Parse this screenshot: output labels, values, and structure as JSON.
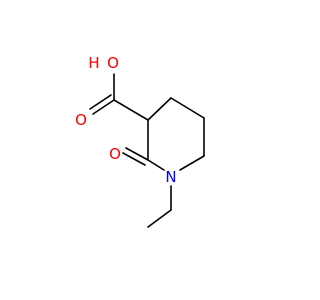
{
  "molecule": {
    "colors": {
      "carbon_bond": "#000000",
      "oxygen": "#ff0000",
      "nitrogen": "#0000ff",
      "background": "#ffffff"
    },
    "labels": {
      "hydroxyl_oxygen": "O",
      "hydroxyl_hydrogen": "H",
      "carbonyl_oxygen_acid": "O",
      "ring_carbonyl_oxygen": "O",
      "ring_nitrogen": "N"
    }
  }
}
